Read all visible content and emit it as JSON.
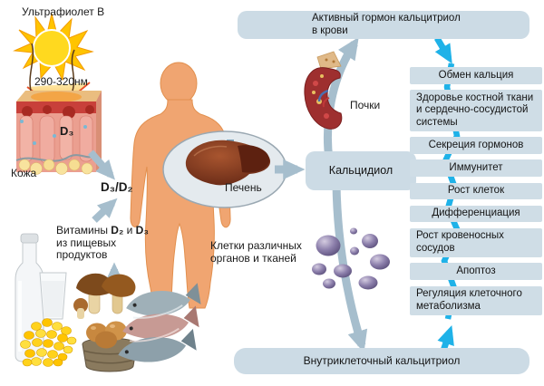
{
  "colors": {
    "box_fill": "#ccdbe5",
    "effect_box_fill": "#cfdde6",
    "cyan_arrow": "#1fb2e8",
    "gray_arrow": "#a6becd",
    "body_skin": "#f0a571",
    "cell_purple": "#8678a8",
    "sun_yellow": "#ffd21c"
  },
  "left_panel": {
    "uv_label": "Ультрафиолет В",
    "wavelength": "290-320нм",
    "d3_label": "D₃",
    "skin_label": "Кожа",
    "d3d2_label": "D₃/D₂",
    "vitamins": {
      "part1": "Витамины ",
      "d2": "D₂",
      "part2": " и ",
      "d3": "D₃",
      "line2": "из пищевых",
      "line3": "продуктов"
    }
  },
  "center": {
    "liver_label": "Печень",
    "kidneys_label": "Почки",
    "calcidiol_label": "Кальцидиол",
    "cells_line1": "Клетки различных",
    "cells_line2": "органов и тканей"
  },
  "right_panel": {
    "top_box_line1": "Активный гормон кальцитриол",
    "top_box_line2": "в крови",
    "bottom_box": "Внутриклеточный кальцитриол",
    "effects": [
      "Обмен кальция",
      "Здоровье костной ткани и сердечно-сосудистой системы",
      "Секреция гормонов",
      "Иммунитет",
      "Рост клеток",
      "Дифференциация",
      "Рост кровеносных сосудов",
      "Апоптоз",
      "Регуляция клеточного метаболизма"
    ]
  }
}
